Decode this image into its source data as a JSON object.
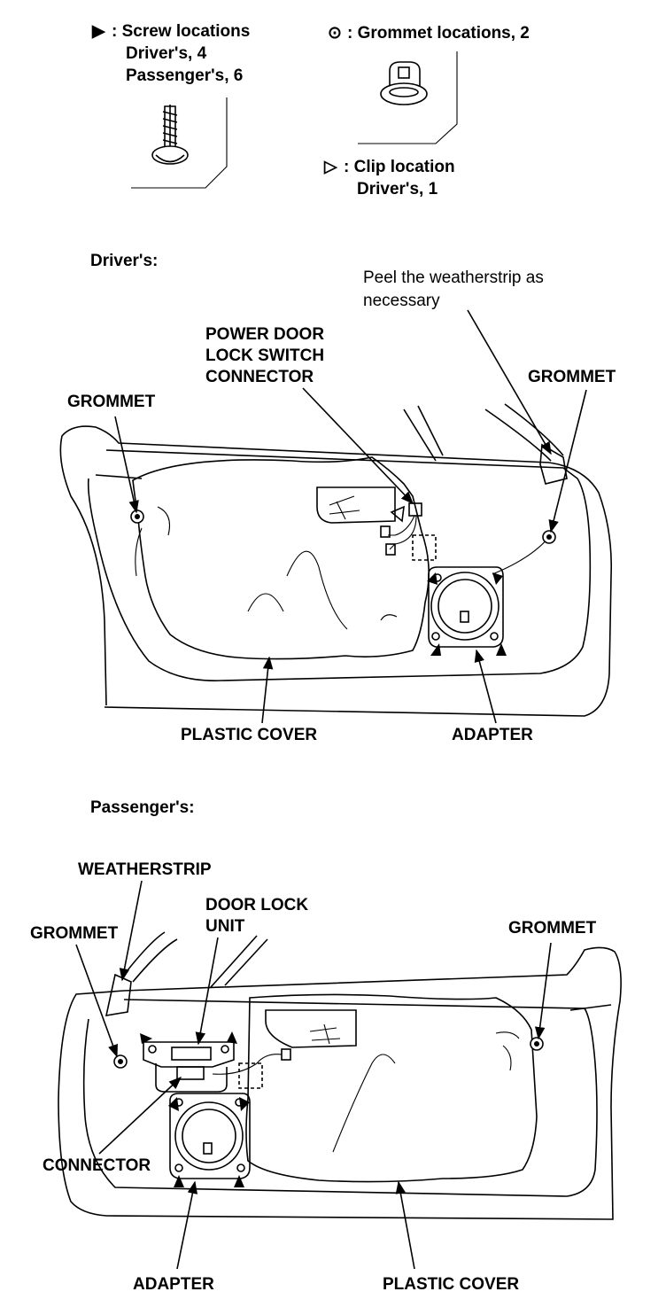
{
  "legend": {
    "screw_symbol": "▶",
    "screw_title": ": Screw locations",
    "screw_drivers": "Driver's, 4",
    "screw_passengers": "Passenger's, 6",
    "grommet_symbol": "⊙",
    "grommet_title": ": Grommet locations, 2",
    "clip_symbol": "▷",
    "clip_title": ": Clip location",
    "clip_drivers": "Driver's, 1"
  },
  "drivers": {
    "heading": "Driver's:",
    "note_line1": "Peel the weatherstrip as",
    "note_line2": "necessary",
    "pdl_line1": "POWER DOOR",
    "pdl_line2": "LOCK SWITCH",
    "pdl_line3": "CONNECTOR",
    "grommet_left": "GROMMET",
    "grommet_right": "GROMMET",
    "plastic_cover": "PLASTIC COVER",
    "adapter": "ADAPTER"
  },
  "passengers": {
    "heading": "Passenger's:",
    "weatherstrip": "WEATHERSTRIP",
    "door_lock_line1": "DOOR LOCK",
    "door_lock_line2": "UNIT",
    "grommet_left": "GROMMET",
    "grommet_right": "GROMMET",
    "connector": "CONNECTOR",
    "adapter": "ADAPTER",
    "plastic_cover": "PLASTIC COVER"
  }
}
